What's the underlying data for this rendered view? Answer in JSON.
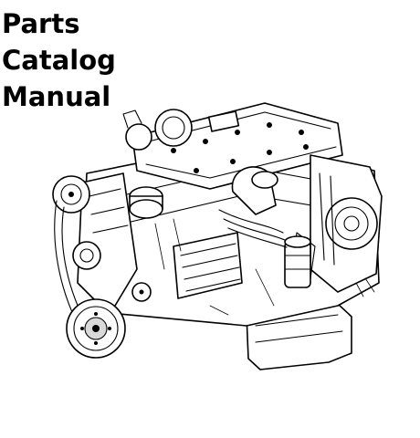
{
  "document": {
    "title_lines": [
      "Parts",
      "Catalog",
      "Manual"
    ]
  },
  "illustration": {
    "icon": "engine-line-drawing",
    "colors": {
      "line": "#000000",
      "fill": "#ffffff"
    }
  }
}
